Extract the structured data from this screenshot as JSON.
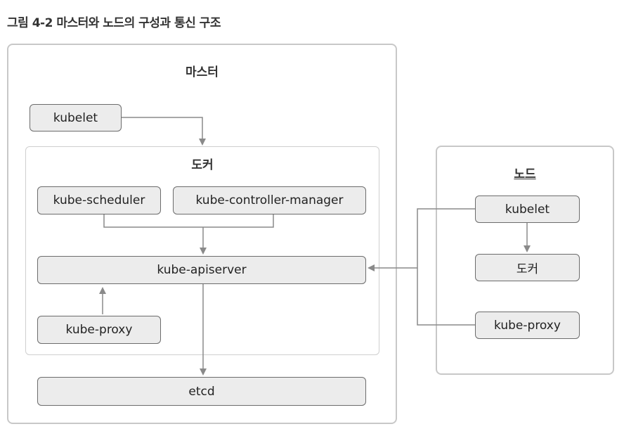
{
  "caption": "그림 4-2 마스터와 노드의 구성과 통신 구조",
  "master": {
    "title": "마스터",
    "kubelet": "kubelet",
    "docker": {
      "title": "도커",
      "scheduler": "kube-scheduler",
      "controller_manager": "kube-controller-manager",
      "apiserver": "kube-apiserver",
      "proxy": "kube-proxy"
    },
    "etcd": "etcd"
  },
  "node": {
    "title": "노드",
    "kubelet": "kubelet",
    "docker": "도커",
    "proxy": "kube-proxy"
  },
  "colors": {
    "box_fill": "#ececec",
    "box_border": "#6c6c6c",
    "panel_border": "#c8c8c8",
    "connector": "#8a8a8a"
  }
}
